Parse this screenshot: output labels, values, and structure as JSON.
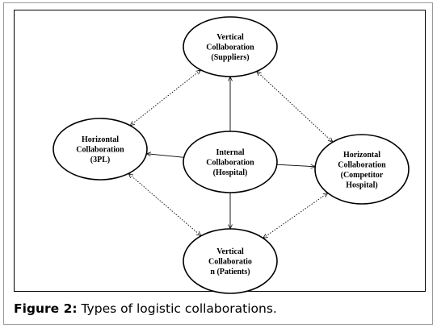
{
  "nodes": [
    {
      "id": "vertical-suppliers",
      "lines": [
        "Vertical",
        "Collaboration",
        "(Suppliers)"
      ]
    },
    {
      "id": "horizontal-3pl",
      "lines": [
        "Horizontal",
        "Collaboration",
        "(3PL)"
      ]
    },
    {
      "id": "internal-hospital",
      "lines": [
        "Internal",
        "Collaboration",
        "(Hospital)"
      ]
    },
    {
      "id": "horizontal-competitor",
      "lines": [
        "Horizontal",
        "Collaboration",
        "(Competitor",
        "Hospital)"
      ]
    },
    {
      "id": "vertical-patients",
      "lines": [
        "Vertical",
        "Collaboratio",
        "n (Patients)"
      ]
    }
  ],
  "edges": [
    {
      "from": "internal-hospital",
      "to": "vertical-suppliers",
      "style": "solid"
    },
    {
      "from": "internal-hospital",
      "to": "horizontal-3pl",
      "style": "solid"
    },
    {
      "from": "internal-hospital",
      "to": "horizontal-competitor",
      "style": "solid"
    },
    {
      "from": "internal-hospital",
      "to": "vertical-patients",
      "style": "solid"
    },
    {
      "from": "horizontal-3pl",
      "to": "vertical-suppliers",
      "style": "dotted",
      "bidirectional": true
    },
    {
      "from": "vertical-suppliers",
      "to": "horizontal-competitor",
      "style": "dotted",
      "bidirectional": true
    },
    {
      "from": "horizontal-competitor",
      "to": "vertical-patients",
      "style": "dotted",
      "bidirectional": true
    },
    {
      "from": "vertical-patients",
      "to": "horizontal-3pl",
      "style": "dotted",
      "bidirectional": true
    }
  ],
  "caption": {
    "label": "Figure 2:",
    "text": " Types of logistic collaborations."
  }
}
